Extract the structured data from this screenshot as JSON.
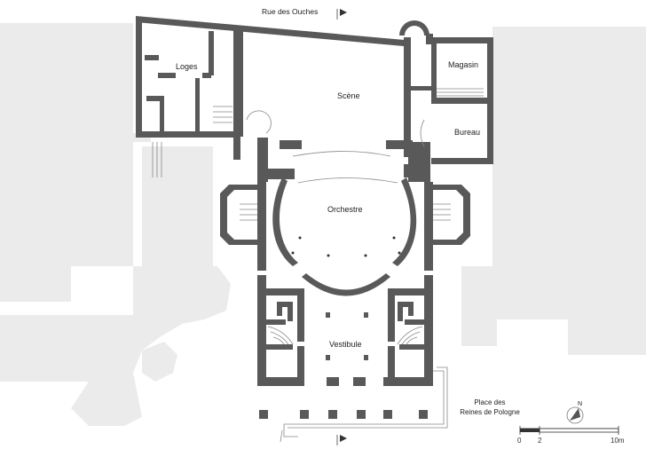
{
  "streets": {
    "top": "Rue des Ouches",
    "place_line1": "Place des",
    "place_line2": "Reines de Pologne"
  },
  "rooms": {
    "loges": "Loges",
    "scene": "Scène",
    "magasin": "Magasin",
    "bureau": "Bureau",
    "orchestre": "Orchestre",
    "vestibule": "Vestibule"
  },
  "scale": {
    "tick0": "0",
    "tick1": "2",
    "tick2": "10m"
  },
  "compass": {
    "label": "N"
  },
  "colors": {
    "wall": "#595959",
    "background_building": "#ebebeb",
    "paper": "#ffffff",
    "line": "#888888"
  }
}
